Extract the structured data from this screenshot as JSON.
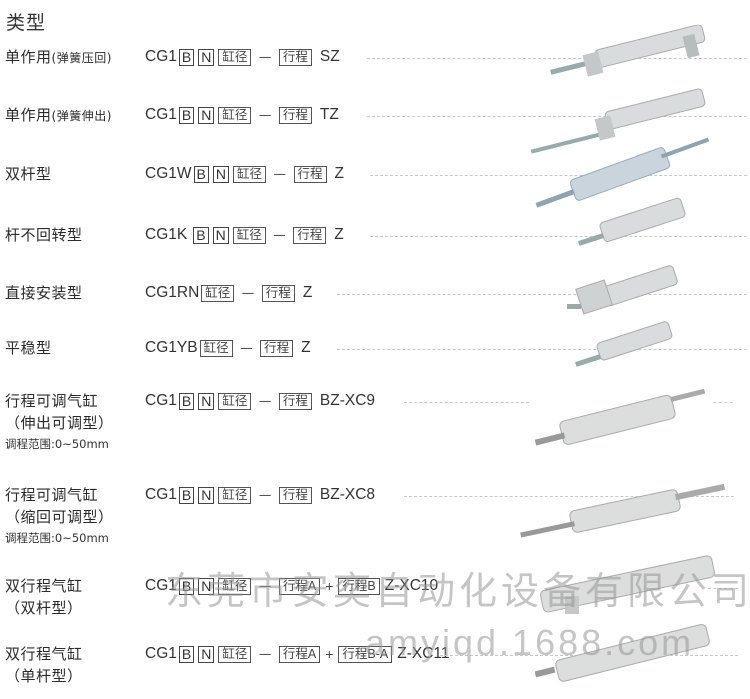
{
  "heading": "类型",
  "rows": [
    {
      "label_main": "单作用",
      "label_small": "(弹簧压回)",
      "prefix": "CG1",
      "boxes": [
        "B",
        "N",
        "缸径"
      ],
      "stroke": [
        "行程"
      ],
      "suffix": "SZ"
    },
    {
      "label_main": "单作用",
      "label_small": "(弹簧伸出)",
      "prefix": "CG1",
      "boxes": [
        "B",
        "N",
        "缸径"
      ],
      "stroke": [
        "行程"
      ],
      "suffix": "TZ"
    },
    {
      "label_main": "双杆型",
      "prefix": "CG1W",
      "boxes": [
        "B",
        "N",
        "缸径"
      ],
      "stroke": [
        "行程"
      ],
      "suffix": "Z"
    },
    {
      "label_main": "杆不回转型",
      "prefix": "CG1K",
      "boxes": [
        "B",
        "N",
        "缸径"
      ],
      "stroke": [
        "行程"
      ],
      "suffix": "Z"
    },
    {
      "label_main": "直接安装型",
      "prefix": "CG1RN",
      "boxes": [
        "缸径"
      ],
      "stroke": [
        "行程"
      ],
      "suffix": "Z"
    },
    {
      "label_main": "平稳型",
      "prefix": "CG1YB",
      "boxes": [
        "缸径"
      ],
      "stroke": [
        "行程"
      ],
      "suffix": "Z"
    },
    {
      "label_main": "行程可调气缸",
      "label_line2": "（伸出可调型）",
      "label_sub": "调程范围:0~50mm",
      "prefix": "CG1",
      "boxes": [
        "B",
        "N",
        "缸径"
      ],
      "stroke": [
        "行程"
      ],
      "suffix": "BZ-XC9"
    },
    {
      "label_main": "行程可调气缸",
      "label_line2": "（缩回可调型）",
      "label_sub": "调程范围:0~50mm",
      "prefix": "CG1",
      "boxes": [
        "B",
        "N",
        "缸径"
      ],
      "stroke": [
        "行程"
      ],
      "suffix": "BZ-XC8"
    },
    {
      "label_main": "双行程气缸",
      "label_line2": "（双杆型）",
      "prefix": "CG1",
      "boxes": [
        "B",
        "N",
        "缸径"
      ],
      "stroke": [
        "行程A",
        "行程B"
      ],
      "suffix": "Z-XC10"
    },
    {
      "label_main": "双行程气缸",
      "label_line2": "（单杆型）",
      "prefix": "CG1",
      "boxes": [
        "B",
        "N",
        "缸径"
      ],
      "stroke": [
        "行程A",
        "行程B-A"
      ],
      "suffix": "Z-XC11"
    }
  ],
  "symbols": {
    "dash": "－",
    "plus": "+"
  },
  "watermark": {
    "company": "东莞市安奕自动化设备有限公司",
    "site": "amyiqd.1688.com"
  },
  "colors": {
    "text": "#2b2b2b",
    "dotted": "#c8c8c8",
    "cylinder_body": "#d9dcdc",
    "cylinder_blue": "#c9d4dc"
  }
}
